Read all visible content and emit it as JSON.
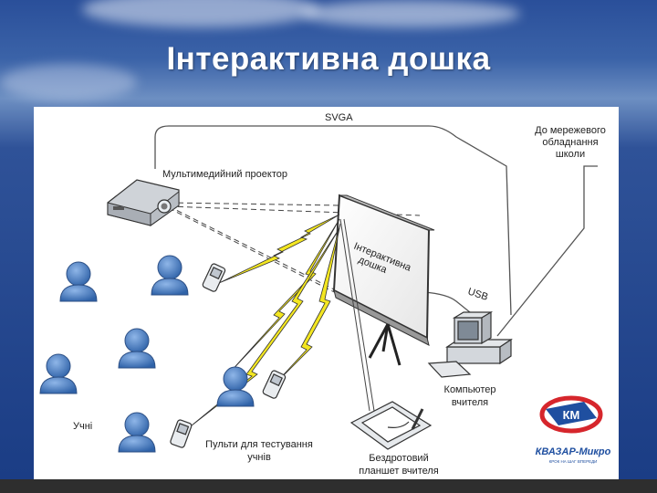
{
  "slide": {
    "title": "Інтерактивна дошка"
  },
  "diagram": {
    "labels": {
      "svga": "SVGA",
      "network_line1": "До мережевого",
      "network_line2": "обладнання",
      "network_line3": "школи",
      "projector": "Мультимедийний проектор",
      "board_line1": "Інтерактивна",
      "board_line2": "дошка",
      "usb": "USB",
      "computer_line1": "Компьютер",
      "computer_line2": "вчителя",
      "students": "Учні",
      "remotes_line1": "Пульти для тестування",
      "remotes_line2": "учнів",
      "tablet_line1": "Бездротовий",
      "tablet_line2": "планшет вчителя"
    },
    "logo": {
      "brand": "КВАЗАР-Микро",
      "tagline": "КРОК НА ШАГ ВПЕРЕДИ",
      "initials": "КМ"
    }
  },
  "colors": {
    "person_fill": "#4a7fc0",
    "lightning": "#f3e621",
    "logo_red": "#d6262c",
    "logo_blue": "#1f4fa0"
  }
}
